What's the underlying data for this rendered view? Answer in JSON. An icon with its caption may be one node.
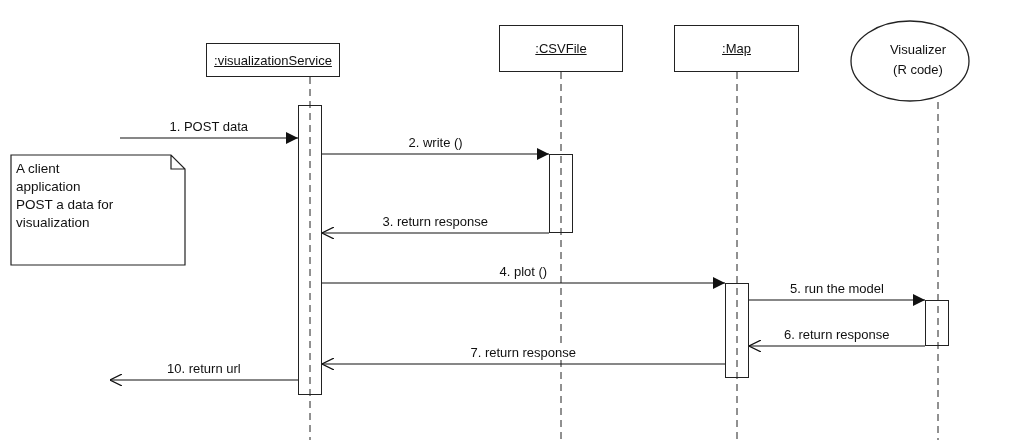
{
  "diagram": {
    "nodes": [
      {
        "text": [
          ":visualizationService"
        ]
      },
      {
        "text": [
          ":CSVFile"
        ]
      },
      {
        "text": [
          ":Map"
        ]
      },
      {
        "text": [
          "Visualizer (R code)"
        ]
      },
      {
        "text": [
          "A client application POST a data for visualization"
        ]
      },
      {
        "text": [],
        "shape": "bar"
      },
      {
        "text": [],
        "shape": "bar"
      },
      {
        "text": [],
        "shape": "bar"
      },
      {
        "text": [],
        "shape": "bar"
      }
    ],
    "edges": [
      {
        "from": null,
        "to": 5,
        "arrow": "to",
        "label": "1. POST data"
      },
      {
        "from": 5,
        "to": 6,
        "arrow": "to",
        "label": "2. write ()"
      },
      {
        "from": 6,
        "to": 5,
        "arrow": "to",
        "label": "3. return response"
      },
      {
        "from": 5,
        "to": 7,
        "arrow": "to",
        "label": "4. plot ()"
      },
      {
        "from": 7,
        "to": 8,
        "arrow": "to",
        "label": "5. run the model"
      },
      {
        "from": 8,
        "to": 7,
        "arrow": "to",
        "label": "6. return response"
      },
      {
        "from": 7,
        "to": 5,
        "arrow": "to",
        "label": "7. return response"
      },
      {
        "from": 5,
        "to": null,
        "arrow": "to",
        "label": "10. return url"
      }
    ]
  }
}
